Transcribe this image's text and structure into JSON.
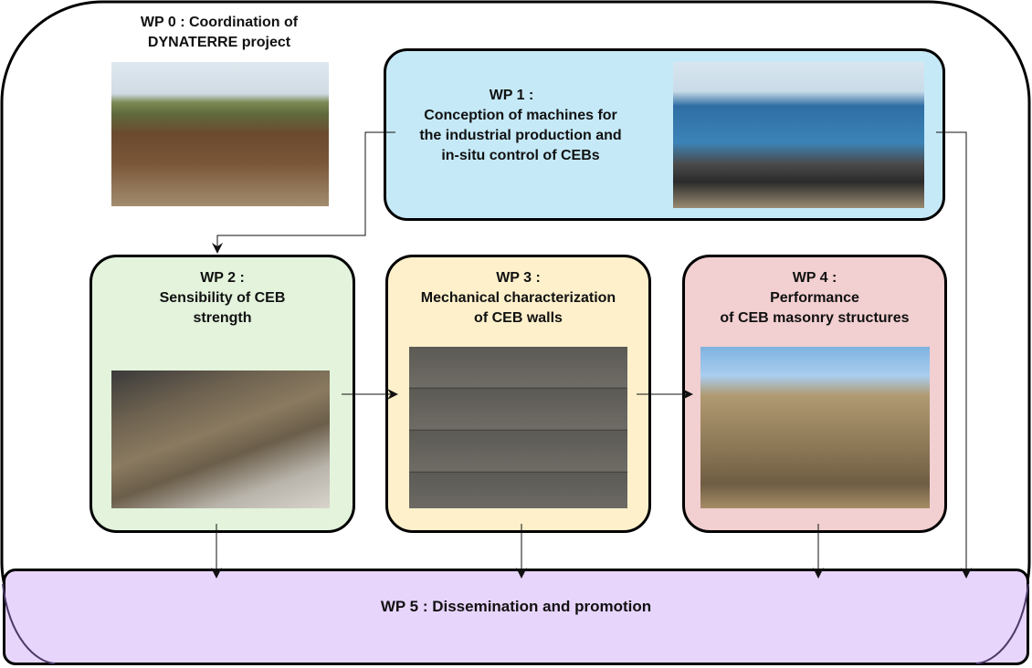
{
  "wp0": {
    "title_line1": "WP 0 : Coordination of",
    "title_line2": "DYNATERRE project",
    "photo": "soil-pile-photo"
  },
  "wp1": {
    "title_line1": "WP 1 :",
    "title_line2": "Conception of machines for",
    "title_line3": "the industrial production and",
    "title_line4": "in-situ control of CEBs",
    "photo": "ceb-press-machine-photo",
    "color": "#c5e9f7"
  },
  "wp2": {
    "title_line1": "WP 2 :",
    "title_line2": "Sensibility of CEB",
    "title_line3": "strength",
    "photo": "ceb-blocks-photo",
    "color": "#e3f3dc"
  },
  "wp3": {
    "title_line1": "WP 3 :",
    "title_line2": "Mechanical characterization",
    "title_line3": "of CEB walls",
    "photo": "ceb-wall-photo",
    "color": "#fdf0cb"
  },
  "wp4": {
    "title_line1": "WP 4 :",
    "title_line2": "Performance",
    "title_line3": "of CEB masonry structures",
    "photo": "ceb-building-photo",
    "color": "#f2cfd0"
  },
  "wp5": {
    "title": "WP 5 : Dissemination and promotion",
    "color": "#e8d5fc"
  }
}
